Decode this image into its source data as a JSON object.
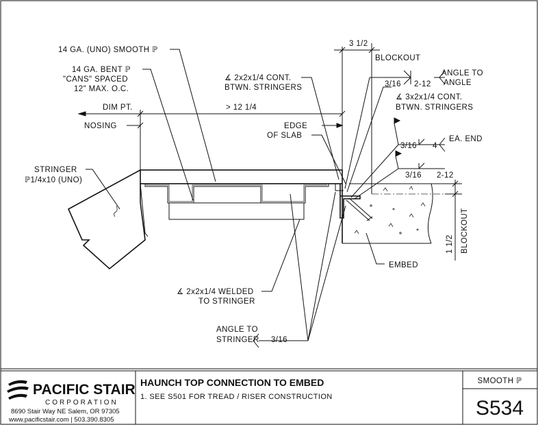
{
  "labels": {
    "smooth_pl": "14 GA. (UNO) SMOOTH ℙ",
    "bent_pl_1": "14 GA. BENT ℙ",
    "bent_pl_2": "\"CANS\" SPACED",
    "bent_pl_3": "12\" MAX. O.C.",
    "angle_cont_1": "∡ 2x2x1/4 CONT.",
    "angle_cont_2": "BTWN. STRINGERS",
    "dim_3_half": "3 1/2",
    "blockout_top": "BLOCKOUT",
    "weld_3_16_a": "3/16",
    "weld_2_12_a": "2-12",
    "angle_to_angle_1": "ANGLE TO",
    "angle_to_angle_2": "ANGLE",
    "angle3_cont_1": "∡ 3x2x1/4 CONT.",
    "angle3_cont_2": "BTWN. STRINGERS",
    "dim_pt": "DIM PT.",
    "dim_gt_12": "> 12 1/4",
    "nosing": "NOSING",
    "edge_of_slab_1": "EDGE",
    "edge_of_slab_2": "OF SLAB",
    "weld_3_16_b": "3/16",
    "weld_4": "4",
    "ea_end": "EA. END",
    "weld_3_16_c": "3/16",
    "weld_2_12_c": "2-12",
    "stringer_1": "STRINGER",
    "stringer_2": "ℙ1/4x10 (UNO)",
    "dim_1_half": "1 1/2",
    "blockout_side": "BLOCKOUT",
    "embed": "EMBED",
    "angle_welded_1": "∡ 2x2x1/4 WELDED",
    "angle_welded_2": "TO STRINGER",
    "angle_to_stringer_1": "ANGLE TO",
    "angle_to_stringer_2": "STRINGER",
    "weld_3_16_d": "3/16"
  },
  "title_block": {
    "company": "PACIFIC STAIR",
    "corporation": "CORPORATION",
    "address": "8690 Stair Way NE Salem, OR 97305",
    "web_phone": "www.pacificstair.com  |  503.390.8305",
    "title": "HAUNCH TOP CONNECTION TO EMBED",
    "note": "1. SEE S501 FOR TREAD / RISER CONSTRUCTION",
    "tread_type": "SMOOTH ℙ",
    "sheet_number": "S534"
  }
}
